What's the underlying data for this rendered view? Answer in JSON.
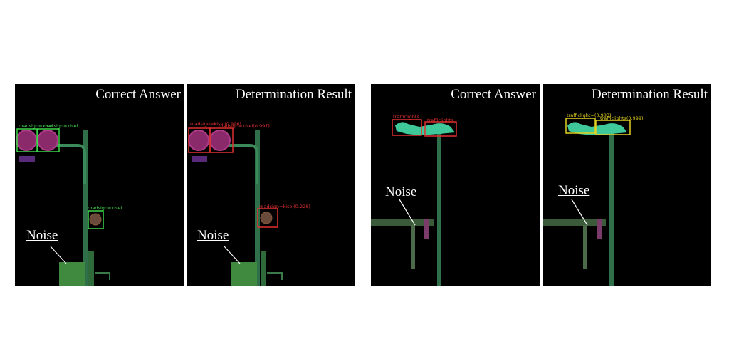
{
  "panels": [
    {
      "title": "Correct Answer",
      "noise": "Noise",
      "labels": [
        "roadsign=kisei",
        "roadsign=kisei",
        "roadsign=kisei"
      ]
    },
    {
      "title": "Determination Result",
      "noise": "Noise",
      "labels": [
        "roadsign=kisei(0.996)",
        "roadsign=kisei(0.997)",
        "roadsign=kisei(0.228)"
      ]
    },
    {
      "title": "Correct Answer",
      "noise": "Noise",
      "labels": [
        "trafficlights",
        "trafficlights"
      ]
    },
    {
      "title": "Determination Result",
      "noise": "Noise",
      "labels": [
        "trafficlight=(0.983)",
        "trafficlights(0.999)"
      ]
    }
  ],
  "colors": {
    "background": "#000000",
    "ground_truth_sign": "#3fd64a",
    "prediction_sign": "#e03030",
    "ground_truth_light": "#e03030",
    "prediction_light": "#e0d020",
    "pole": "#3a8a5a",
    "sign_fill": "#8a2a6a"
  }
}
